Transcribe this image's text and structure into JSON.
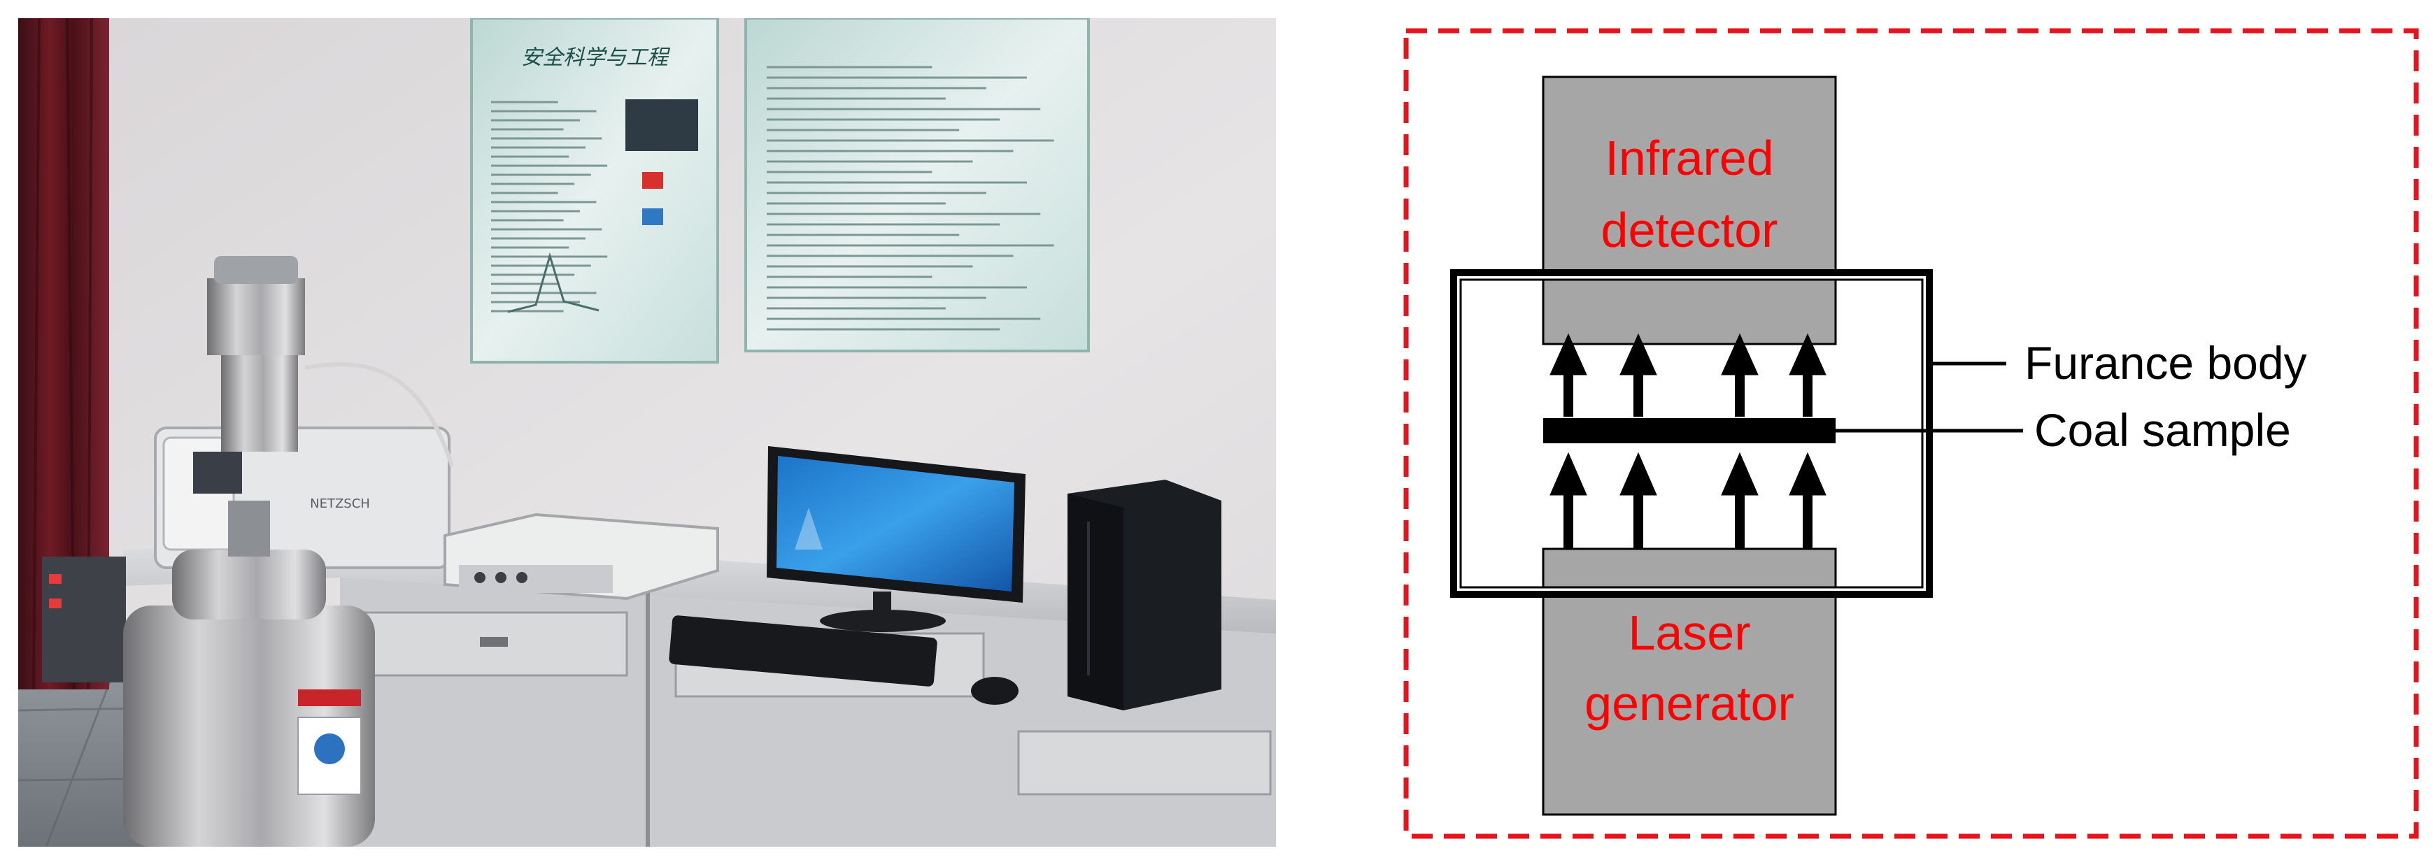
{
  "photo": {
    "poster_left": {
      "title": "安全科学与工程",
      "text_lines": 24
    },
    "poster_right": {
      "text_lines": 26
    },
    "instrument_label": "NETZSCH"
  },
  "schematic": {
    "detector_label": [
      "Infrared",
      "detector"
    ],
    "generator_label": [
      "Laser",
      "generator"
    ],
    "furnace_label": "Furance body",
    "sample_label": "Coal sample",
    "colors": {
      "border": "#e8141b",
      "device_fill": "#a6a6a6",
      "device_text": "#ff0000",
      "line": "#000000"
    }
  }
}
